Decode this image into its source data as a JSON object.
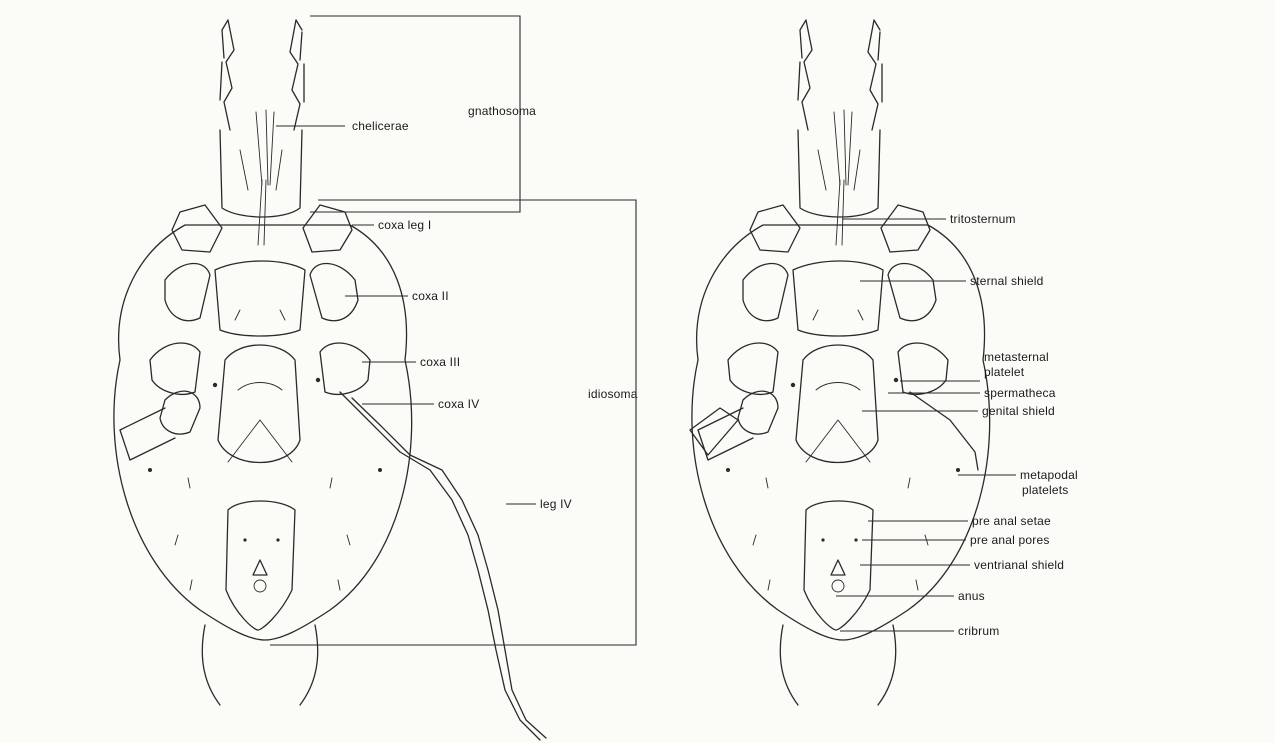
{
  "left_figure": {
    "labels": {
      "chelicerae": "chelicerae",
      "gnathosoma": "gnathosoma",
      "coxa_leg_i": "coxa leg I",
      "coxa_ii": "coxa II",
      "coxa_iii": "coxa III",
      "coxa_iv": "coxa IV",
      "idiosoma": "idiosoma",
      "leg_iv": "leg IV"
    }
  },
  "right_figure": {
    "labels": {
      "tritosternum": "tritosternum",
      "sternal_shield": "sternal shield",
      "metasternal_platelet_line1": "metasternal",
      "metasternal_platelet_line2": "platelet",
      "spermatheca": "spermatheca",
      "genital_shield": "genital shield",
      "metapodal_platelets_line1": "metapodal",
      "metapodal_platelets_line2": "platelets",
      "pre_anal_setae": "pre anal setae",
      "pre_anal_pores": "pre anal pores",
      "ventrianal_shield": "ventrianal shield",
      "anus": "anus",
      "cribrum": "cribrum"
    }
  }
}
